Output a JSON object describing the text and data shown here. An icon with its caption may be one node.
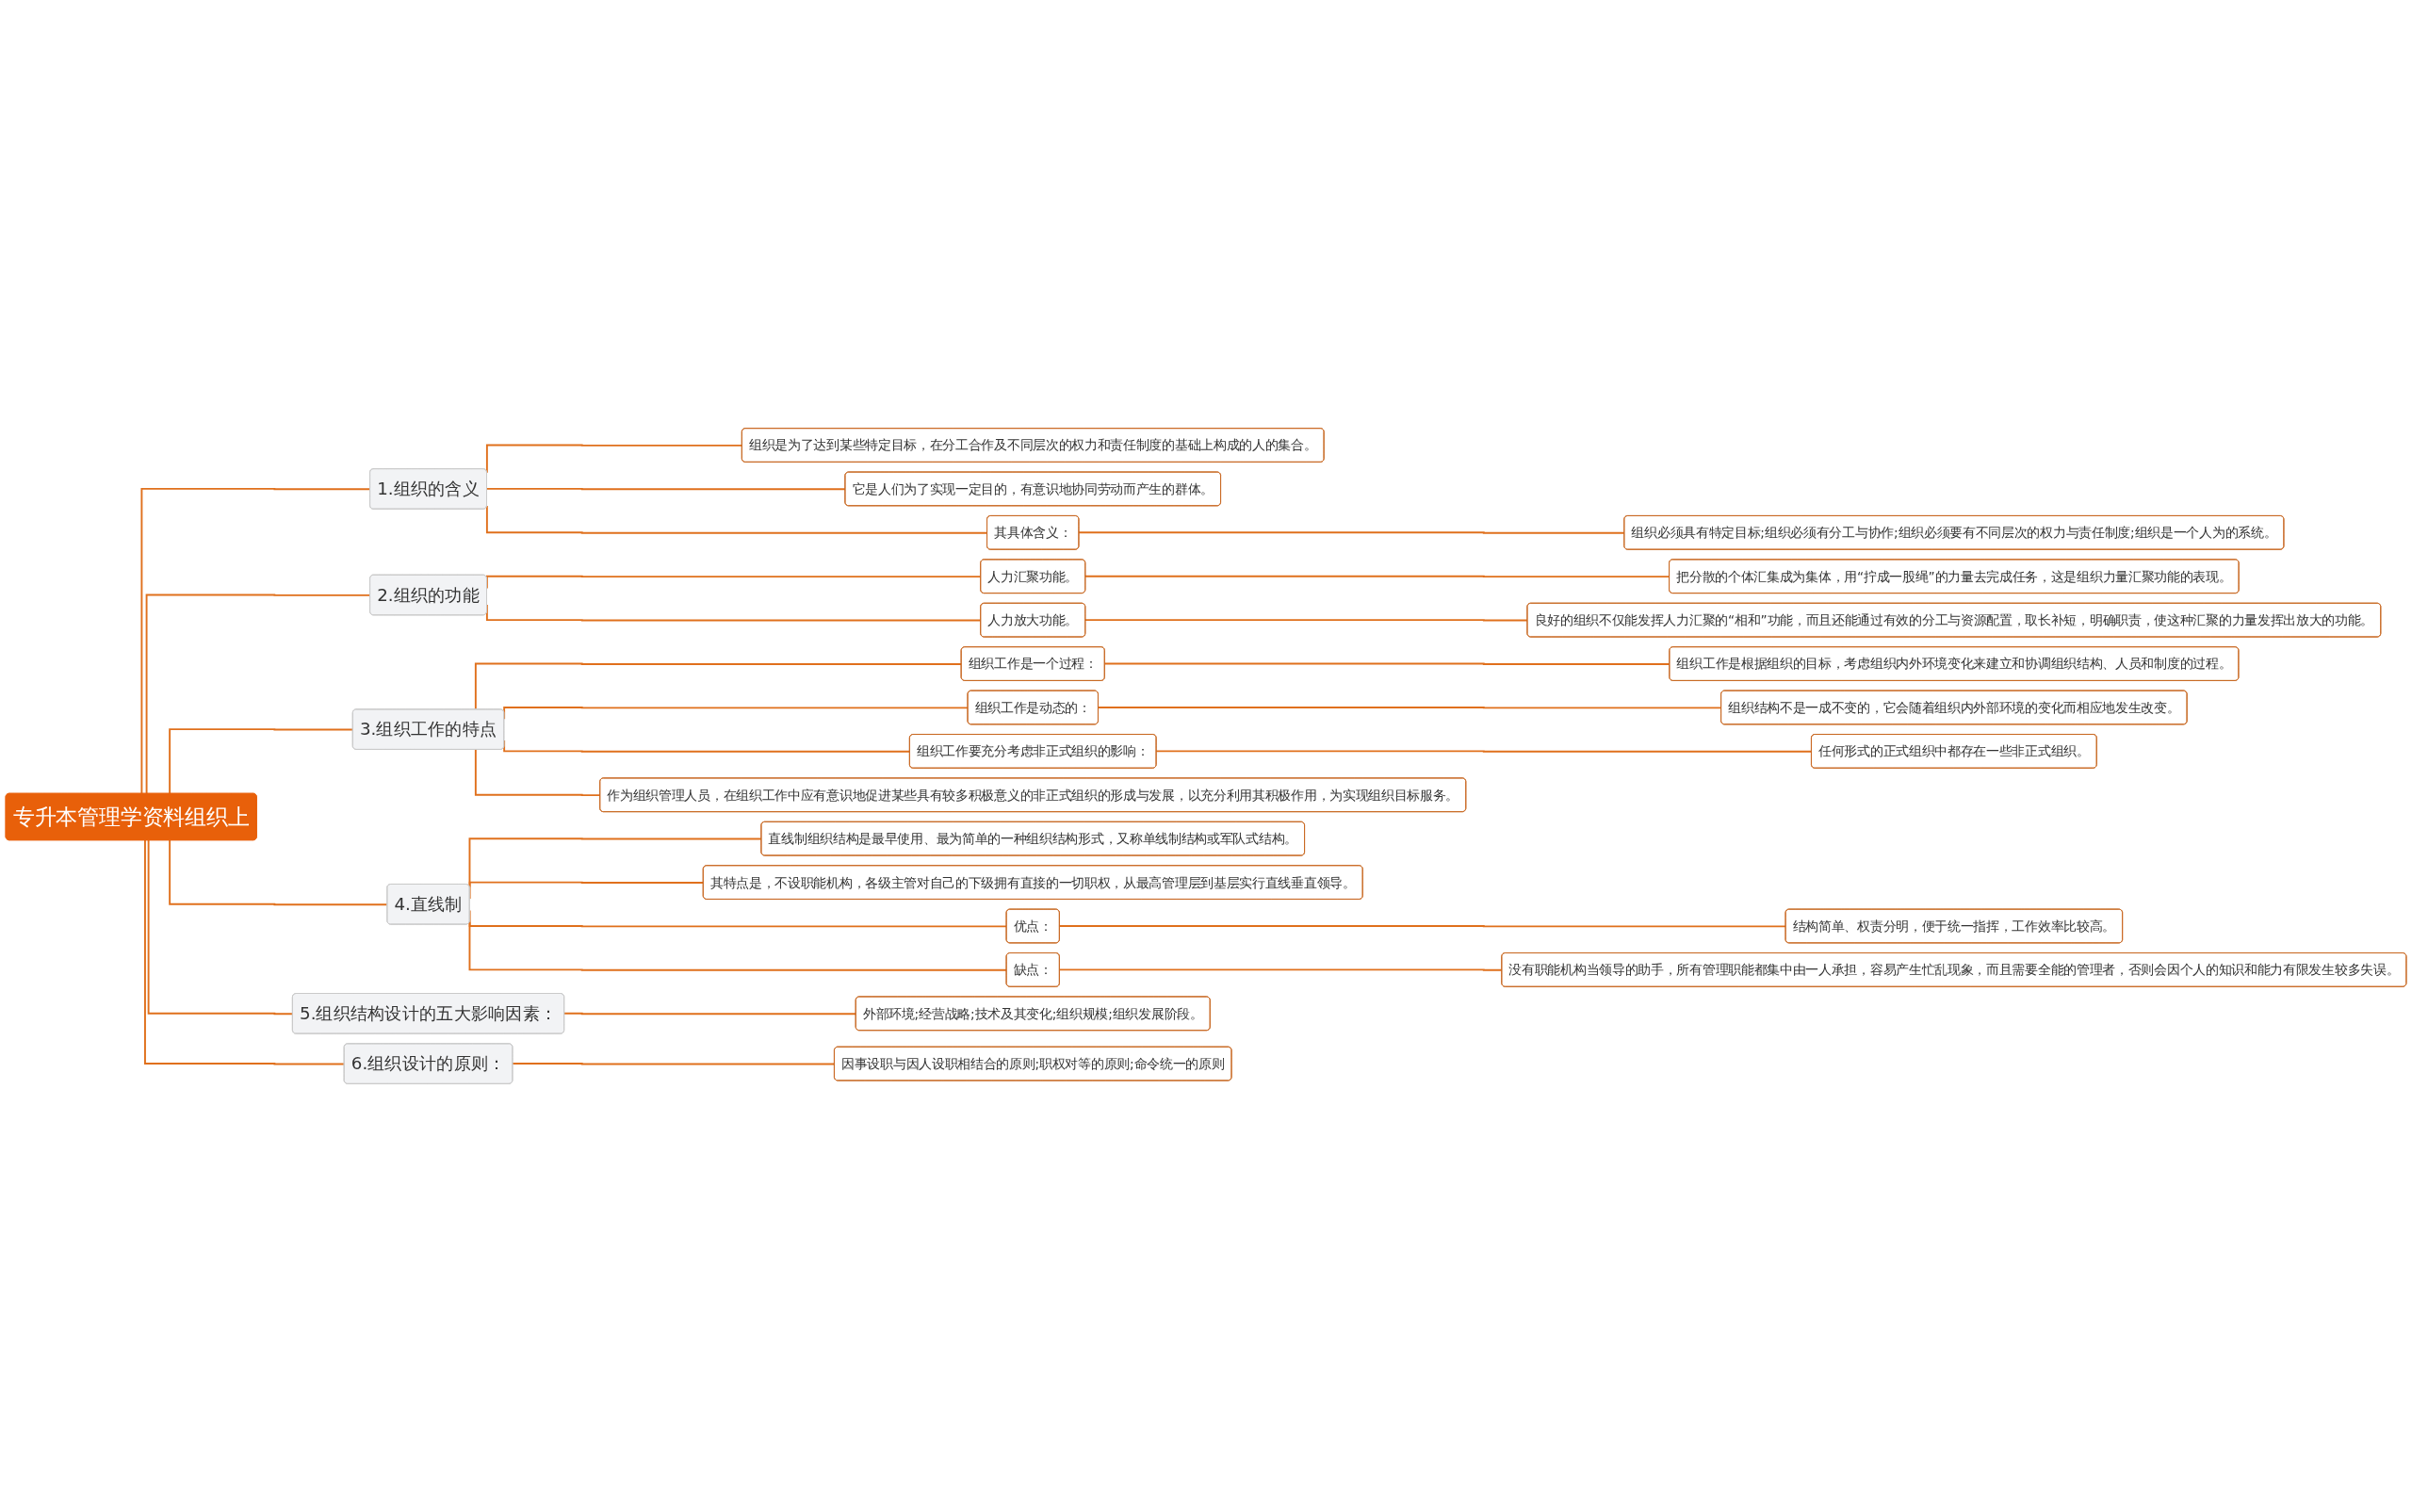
{
  "diagram": {
    "nodes": [
      {
        "text": [
          "专升本管理学资料组织上"
        ]
      },
      {
        "text": [
          "1.组织的含义"
        ]
      },
      {
        "text": [
          "组织是为了达到某些特定目标，在分工合作及不同层次的权力和责任制度的基础上构成的人的集合。"
        ]
      },
      {
        "text": [
          "它是人们为了实现一定目的，有意识地协同劳动而产生的群体。"
        ]
      },
      {
        "text": [
          "其具体含义："
        ]
      },
      {
        "text": [
          "组织必须具有特定目标;组织必须有分工与协作;组织必须要有不同层次的权力与责任制度;组织是一个人为的系统。"
        ]
      },
      {
        "text": [
          "2.组织的功能"
        ]
      },
      {
        "text": [
          "人力汇聚功能。"
        ]
      },
      {
        "text": [
          "把分散的个体汇集成为集体，用“拧成一股绳”的力量去完成任务，这是组织力量汇聚功能的表现。"
        ]
      },
      {
        "text": [
          "人力放大功能。"
        ]
      },
      {
        "text": [
          "良好的组织不仅能发挥人力汇聚的“相和”功能，而且还能通过有效的分工与资源配置，取长补短，明确职责，使这种汇聚的力量发挥出放大的功能。"
        ]
      },
      {
        "text": [
          "3.组织工作的特点"
        ]
      },
      {
        "text": [
          "组织工作是一个过程："
        ]
      },
      {
        "text": [
          "组织工作是根据组织的目标，考虑组织内外环境变化来建立和协调组织结构、人员和制度的过程。"
        ]
      },
      {
        "text": [
          "组织工作是动态的："
        ]
      },
      {
        "text": [
          "组织结构不是一成不变的，它会随着组织内外部环境的变化而相应地发生改变。"
        ]
      },
      {
        "text": [
          "组织工作要充分考虑非正式组织的影响："
        ]
      },
      {
        "text": [
          "任何形式的正式组织中都存在一些非正式组织。"
        ]
      },
      {
        "text": [
          "作为组织管理人员，在组织工作中应有意识地促进某些具有较多积极意义的非正式组织的形成与发展，以充分利用其积极作用，为实现组织目标服务。"
        ]
      },
      {
        "text": [
          "4.直线制"
        ]
      },
      {
        "text": [
          "直线制组织结构是最早使用、最为简单的一种组织结构形式，又称单线制结构或军队式结构。"
        ]
      },
      {
        "text": [
          "其特点是，不设职能机构，各级主管对自己的下级拥有直接的一切职权，从最高管理层到基层实行直线垂直领导。"
        ]
      },
      {
        "text": [
          "优点："
        ]
      },
      {
        "text": [
          "结构简单、权责分明，便于统一指挥，工作效率比较高。"
        ]
      },
      {
        "text": [
          "缺点："
        ]
      },
      {
        "text": [
          "没有职能机构当领导的助手，所有管理职能都集中由一人承担，容易产生忙乱现象，而且需要全能的管理者，否则会因个人的知识和能力有限发生较多失误。"
        ]
      },
      {
        "text": [
          "5.组织结构设计的五大影响因素："
        ]
      },
      {
        "text": [
          "外部环境;经营战略;技术及其变化;组织规模;组织发展阶段。"
        ]
      },
      {
        "text": [
          "6.组织设计的原则："
        ]
      },
      {
        "text": [
          "因事设职与因人设职相结合的原则;职权对等的原则;命令统一的原则"
        ]
      }
    ],
    "edges": [
      {
        "from": 0,
        "to": 1,
        "arrow": "none"
      },
      {
        "from": 1,
        "to": 2,
        "arrow": "none"
      },
      {
        "from": 1,
        "to": 3,
        "arrow": "none"
      },
      {
        "from": 1,
        "to": 4,
        "arrow": "none"
      },
      {
        "from": 4,
        "to": 5,
        "arrow": "none"
      },
      {
        "from": 0,
        "to": 6,
        "arrow": "none"
      },
      {
        "from": 6,
        "to": 7,
        "arrow": "none"
      },
      {
        "from": 7,
        "to": 8,
        "arrow": "none"
      },
      {
        "from": 6,
        "to": 9,
        "arrow": "none"
      },
      {
        "from": 9,
        "to": 10,
        "arrow": "none"
      },
      {
        "from": 0,
        "to": 11,
        "arrow": "none"
      },
      {
        "from": 11,
        "to": 12,
        "arrow": "none"
      },
      {
        "from": 12,
        "to": 13,
        "arrow": "none"
      },
      {
        "from": 11,
        "to": 14,
        "arrow": "none"
      },
      {
        "from": 14,
        "to": 15,
        "arrow": "none"
      },
      {
        "from": 11,
        "to": 16,
        "arrow": "none"
      },
      {
        "from": 16,
        "to": 17,
        "arrow": "none"
      },
      {
        "from": 11,
        "to": 18,
        "arrow": "none"
      },
      {
        "from": 0,
        "to": 19,
        "arrow": "none"
      },
      {
        "from": 19,
        "to": 20,
        "arrow": "none"
      },
      {
        "from": 19,
        "to": 21,
        "arrow": "none"
      },
      {
        "from": 19,
        "to": 22,
        "arrow": "none"
      },
      {
        "from": 22,
        "to": 23,
        "arrow": "none"
      },
      {
        "from": 19,
        "to": 24,
        "arrow": "none"
      },
      {
        "from": 24,
        "to": 25,
        "arrow": "none"
      },
      {
        "from": 0,
        "to": 26,
        "arrow": "none"
      },
      {
        "from": 26,
        "to": 27,
        "arrow": "none"
      },
      {
        "from": 0,
        "to": 28,
        "arrow": "none"
      },
      {
        "from": 28,
        "to": 29,
        "arrow": "none"
      }
    ]
  }
}
